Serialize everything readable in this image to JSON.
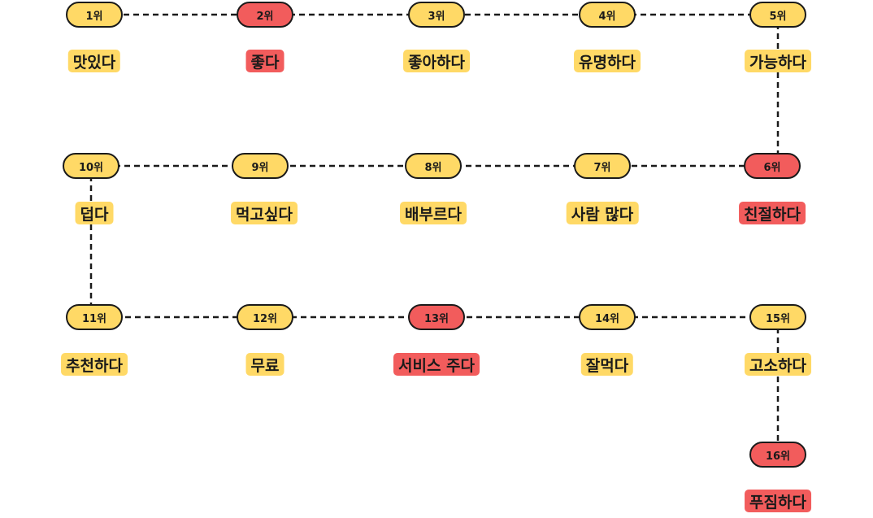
{
  "colors": {
    "yellow": "#FFD966",
    "red": "#F25C5C",
    "line": "#1a1a1a"
  },
  "nodes": [
    {
      "rank": "1위",
      "word": "맛있다",
      "color": "yellow"
    },
    {
      "rank": "2위",
      "word": "좋다",
      "color": "red"
    },
    {
      "rank": "3위",
      "word": "좋아하다",
      "color": "yellow"
    },
    {
      "rank": "4위",
      "word": "유명하다",
      "color": "yellow"
    },
    {
      "rank": "5위",
      "word": "가능하다",
      "color": "yellow"
    },
    {
      "rank": "6위",
      "word": "친절하다",
      "color": "red"
    },
    {
      "rank": "7위",
      "word": "사람 많다",
      "color": "yellow"
    },
    {
      "rank": "8위",
      "word": "배부르다",
      "color": "yellow"
    },
    {
      "rank": "9위",
      "word": "먹고싶다",
      "color": "yellow"
    },
    {
      "rank": "10위",
      "word": "덥다",
      "color": "yellow"
    },
    {
      "rank": "11위",
      "word": "추천하다",
      "color": "yellow"
    },
    {
      "rank": "12위",
      "word": "무료",
      "color": "yellow"
    },
    {
      "rank": "13위",
      "word": "서비스 주다",
      "color": "red"
    },
    {
      "rank": "14위",
      "word": "잘먹다",
      "color": "yellow"
    },
    {
      "rank": "15위",
      "word": "고소하다",
      "color": "yellow"
    },
    {
      "rank": "16위",
      "word": "푸짐하다",
      "color": "red"
    }
  ]
}
